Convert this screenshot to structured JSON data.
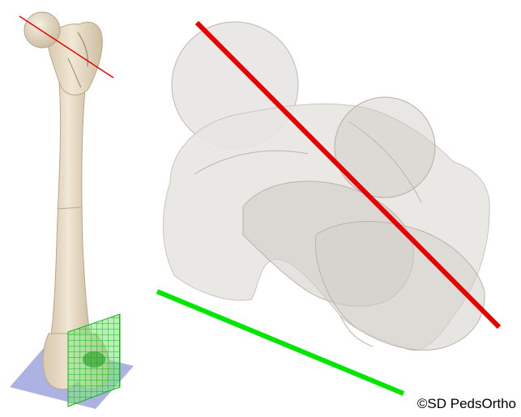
{
  "credit": "©SD PedsOrtho",
  "colors": {
    "background": "#ffffff",
    "bone": "#e8dcc8",
    "bone_shadow": "#cbbda6",
    "translucent_bone": "#d9d6d2",
    "axis_line_red": "#e60000",
    "reference_line_green": "#00e600",
    "cut_plane_blue": "#9ea6dd",
    "cut_plane_green": "#2fd92f"
  },
  "illustration": {
    "left_view": "femur-full-bone-with-cut-planes",
    "right_view": "distal-femur-translucent-with-axis-lines"
  }
}
